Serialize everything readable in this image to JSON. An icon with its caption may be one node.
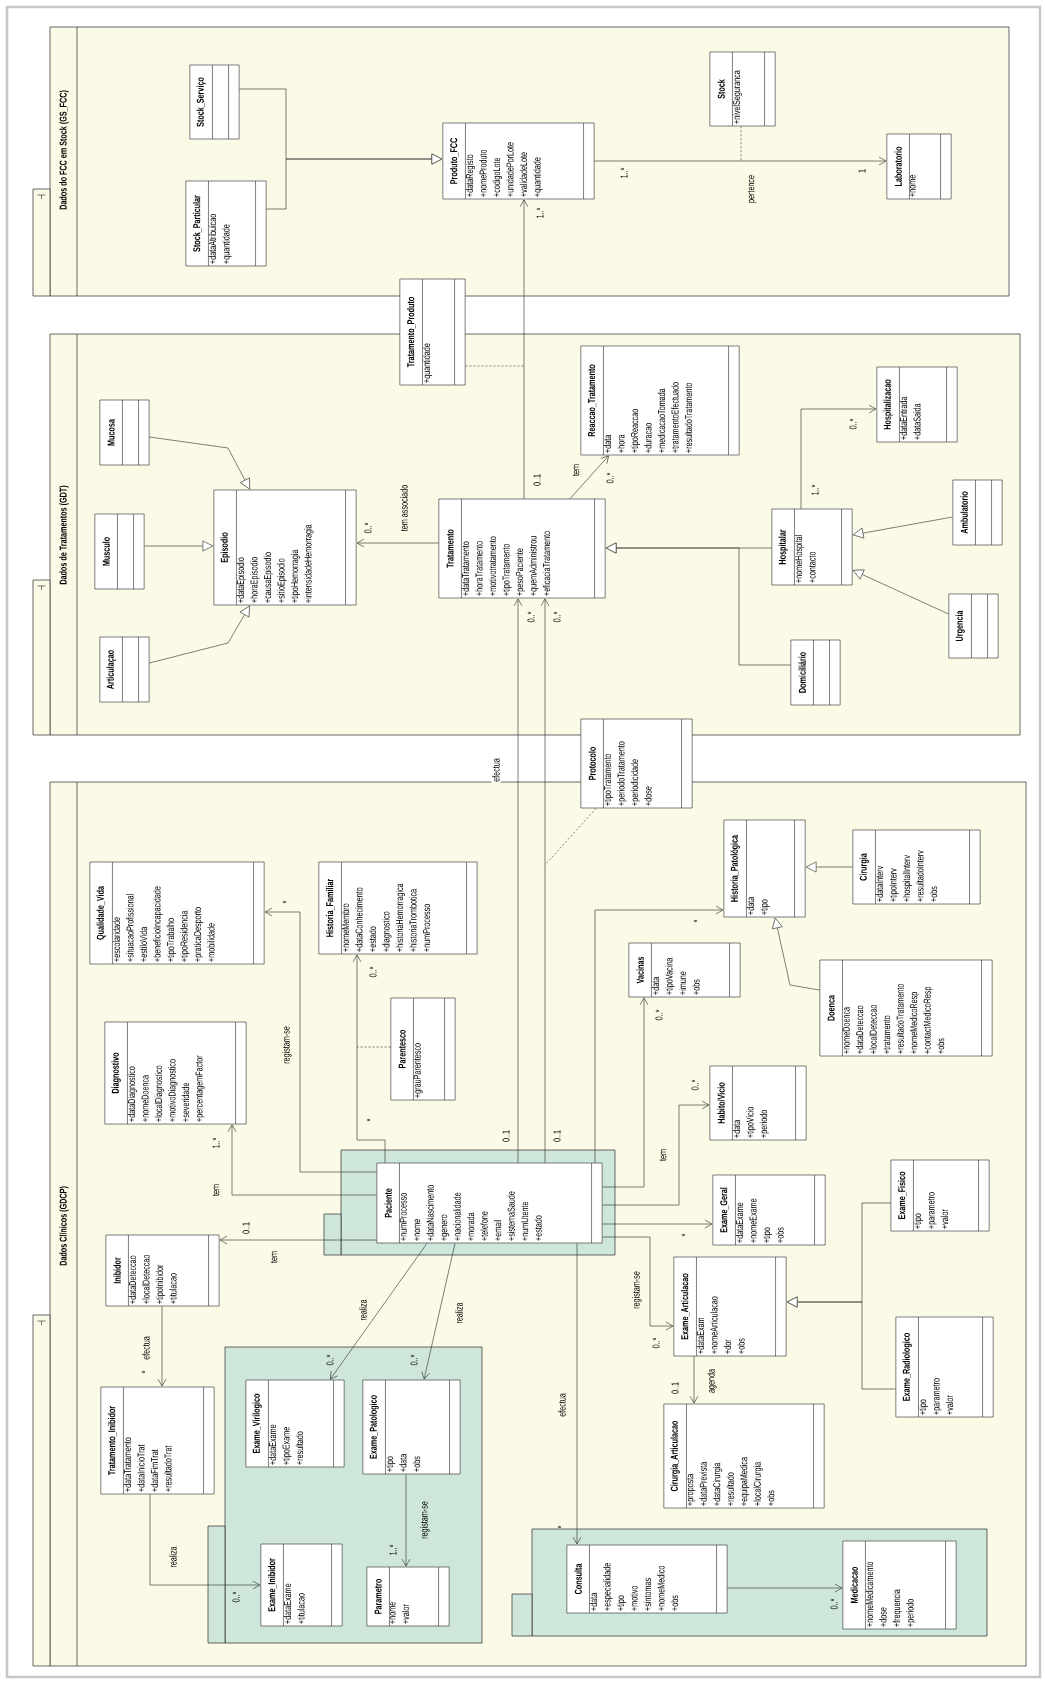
{
  "diagram": {
    "nodes": [
      {
        "text": [
          "Dados do FCC em Stock (GS_FCC)"
        ]
      },
      {
        "text": [
          "Stock_Serviço"
        ],
        "in": 0
      },
      {
        "text": [
          "Stock_Particular",
          "+dataAtribuicao +quantidade"
        ],
        "in": 0
      },
      {
        "text": [
          "Produto_FCC",
          "+dataRegisto +nomeProduto +codigoLote +unidadePorLote +validadeLote +quantidade"
        ],
        "in": 0
      },
      {
        "text": [
          "Stock",
          "+nivelSeguranca"
        ],
        "in": 0
      },
      {
        "text": [
          "Laboratorio",
          "+nome"
        ],
        "in": 0
      },
      {
        "text": [
          "Tratamento_Produto",
          "+quantidade"
        ]
      },
      {
        "text": [
          "Dados de Tratamentos (GDT)"
        ]
      },
      {
        "text": [
          "Mucosa"
        ],
        "in": 7
      },
      {
        "text": [
          "Musculo"
        ],
        "in": 7
      },
      {
        "text": [
          "Articulaçao"
        ],
        "in": 7
      },
      {
        "text": [
          "Episodio",
          "+dataEpisodio +horaEpisodio +causaEpisodio +sitioEpisodio +tipoHemorragia +intensidadeHemorragia"
        ],
        "in": 7
      },
      {
        "text": [
          "Tratamento",
          "+dataTratamento +horaTratamento +motivotratamento +tipoTratamento +pesoPaciente +quemAdministrou +eficaciaTratamento"
        ],
        "in": 7
      },
      {
        "text": [
          "Reaccao_Tratamento",
          "+data +hora +tipoReaccao +duracao +medicacaoTomada +tratamentoEfectuado +resultadoTratamento"
        ],
        "in": 7
      },
      {
        "text": [
          "Hospitalar",
          "+nomeHospital +contacto"
        ],
        "in": 7
      },
      {
        "text": [
          "Hospitalizacao",
          "+dataEntrada +dataSaida"
        ],
        "in": 7
      },
      {
        "text": [
          "Ambulatorio"
        ],
        "in": 7
      },
      {
        "text": [
          "Urgencia"
        ],
        "in": 7
      },
      {
        "text": [
          "Domiciliário"
        ],
        "in": 7
      },
      {
        "text": [
          "Protocolo",
          "+tipoTratamento +periodoTratamento +periodicidade +dose"
        ]
      },
      {
        "text": [
          "Dados Clínicos (GDCP)"
        ]
      },
      {
        "text": [
          "Diagnostivo",
          "+dataDiagnostico +nomeDoenca +localDiagnostico +motivoDiagnostico +severidade +percentagemFactor"
        ],
        "in": 20
      },
      {
        "text": [
          "Qualidade_Vida",
          "+escolaridade +situacaoProfissional +estiloVida +beneficioIncapacidade +tipoTrabalho +tipoResidencia +praticaDesporto +mobilidade"
        ],
        "in": 20
      },
      {
        "text": [
          "Historia_Familiar",
          "+nomeMembro +dataConhecimento +estado +diagnostico +historiaHemorragica +historiaTrombotica +numProcesso"
        ],
        "in": 20
      },
      {
        "text": [
          "Parentesco",
          "+grauParentesco"
        ],
        "in": 20
      },
      {
        "text": [],
        "shape": "box",
        "in": 20
      },
      {
        "text": [
          "Paciente",
          "+numProcesso +nome +dataNascimento +genero +nacionalidade +morada +telefone +email +sistemaSaude +numUtente +estado"
        ],
        "in": 25
      },
      {
        "text": [
          "Inibidor",
          "+dataDeteccao +localDeteccao +tipoInibidor +titulacao"
        ],
        "in": 20
      },
      {
        "text": [
          "Tratamento_Inibidor",
          "+dataTratamento +dataInicioTrat +dataFimTrat +resultadoTrat"
        ],
        "in": 20
      },
      {
        "text": [],
        "shape": "box",
        "in": 20
      },
      {
        "text": [
          "Exame_Virilogico",
          "+dataExame +tipoExame +resultado"
        ],
        "in": 29
      },
      {
        "text": [
          "Exame_Patologico",
          "+tipo +data +obs"
        ],
        "in": 29
      },
      {
        "text": [
          "Exame_Inibidor",
          "+dataExame +titulacao"
        ],
        "in": 29
      },
      {
        "text": [
          "Parametro",
          "+nome +valor"
        ],
        "in": 29
      },
      {
        "text": [
          "Vacinas",
          "+data +tipoVacina +imune +obs"
        ],
        "in": 20
      },
      {
        "text": [
          "Habito/Vicio",
          "+data +tipoVicio +periodo"
        ],
        "in": 20
      },
      {
        "text": [
          "Historia_Patológica",
          "+data +tipo"
        ],
        "in": 20
      },
      {
        "text": [
          "Cirurgia",
          "+dataInterv +tipoInterv +hospitalInterv +resultadoInterv +obs"
        ],
        "in": 20
      },
      {
        "text": [
          "Doenca",
          "+nomeDoenca +dataDeteccao +localDeteccao +tratamento +resultadoTratamento +nomeMedicoResp +contactMedicoResp +obs"
        ],
        "in": 20
      },
      {
        "text": [
          "Exame_Geral",
          "+dataExame +nomeExame +tipo +obs"
        ],
        "in": 20
      },
      {
        "text": [
          "Exame_Articulacao",
          "+dataExam +nomeArticulacao +dor +obs"
        ],
        "in": 20
      },
      {
        "text": [
          "Exame_Fisico",
          "+tipo +parametro +valor"
        ],
        "in": 20
      },
      {
        "text": [
          "Exame_Radiologico",
          "+tipo +parametro +valor"
        ],
        "in": 20
      },
      {
        "text": [
          "Cirurgia_Articulacao",
          "+proposta +dataPrevista +dataCirurgia +resultado +equipaMedica +localCirurgia +obs"
        ],
        "in": 20
      },
      {
        "text": [],
        "shape": "box",
        "in": 20
      },
      {
        "text": [
          "Consulta",
          "+data +especialidade +tipo +motivo +sintomas +nomeMedico +obs"
        ],
        "in": 44
      },
      {
        "text": [
          "Medicacao",
          "+nomeMedicamento +dose +frequencia +periodo"
        ],
        "in": 44
      }
    ],
    "edges": [
      {
        "from": 1,
        "to": 3,
        "arrow": "to"
      },
      {
        "from": 2,
        "to": 3,
        "arrow": "to"
      },
      {
        "from": 3,
        "to": 5,
        "arrow": "to",
        "label": "pertence"
      },
      {
        "from": 4,
        "to": null,
        "arrow": "none",
        "style": "dashed"
      },
      {
        "from": 12,
        "to": 3,
        "arrow": "to"
      },
      {
        "from": 6,
        "to": null,
        "arrow": "none",
        "style": "dashed"
      },
      {
        "from": 9,
        "to": 11,
        "arrow": "to"
      },
      {
        "from": 8,
        "to": 11,
        "arrow": "to"
      },
      {
        "from": 10,
        "to": 11,
        "arrow": "to"
      },
      {
        "from": 12,
        "to": 11,
        "arrow": "to",
        "label": "tem associado"
      },
      {
        "from": 12,
        "to": 13,
        "arrow": "to",
        "label": "tem"
      },
      {
        "from": 14,
        "to": 12,
        "arrow": "to"
      },
      {
        "from": 18,
        "to": 12,
        "arrow": "to"
      },
      {
        "from": 14,
        "to": 15,
        "arrow": "to"
      },
      {
        "from": 16,
        "to": 14,
        "arrow": "to"
      },
      {
        "from": 17,
        "to": 14,
        "arrow": "to"
      },
      {
        "from": 26,
        "to": 12,
        "arrow": "to",
        "label": "efectua"
      },
      {
        "from": 26,
        "to": 12,
        "arrow": "to"
      },
      {
        "from": 19,
        "to": null,
        "arrow": "none",
        "style": "dashed"
      },
      {
        "from": 26,
        "to": 21,
        "arrow": "to",
        "label": "tem"
      },
      {
        "from": 26,
        "to": 22,
        "arrow": "to",
        "label": "registam-se"
      },
      {
        "from": 26,
        "to": 23,
        "arrow": "to"
      },
      {
        "from": 24,
        "to": null,
        "arrow": "none",
        "style": "dashed"
      },
      {
        "from": 26,
        "to": 27,
        "arrow": "to",
        "label": "tem"
      },
      {
        "from": 27,
        "to": 28,
        "arrow": "to",
        "label": "efectua"
      },
      {
        "from": 28,
        "to": 32,
        "arrow": "to",
        "label": "realiza"
      },
      {
        "from": 26,
        "to": 30,
        "arrow": "to",
        "label": "realiza"
      },
      {
        "from": 26,
        "to": 31,
        "arrow": "to",
        "label": "realiza"
      },
      {
        "from": 31,
        "to": 33,
        "arrow": "to",
        "label": "registam-se"
      },
      {
        "from": 26,
        "to": 45,
        "arrow": "to",
        "label": "efectua"
      },
      {
        "from": 45,
        "to": 46,
        "arrow": "to"
      },
      {
        "from": 26,
        "to": 40,
        "arrow": "to",
        "label": "registam-se"
      },
      {
        "from": 26,
        "to": 39,
        "arrow": "to"
      },
      {
        "from": 26,
        "to": 35,
        "arrow": "to",
        "label": "tem"
      },
      {
        "from": 26,
        "to": 34,
        "arrow": "to"
      },
      {
        "from": 26,
        "to": 36,
        "arrow": "to"
      },
      {
        "from": 40,
        "to": 43,
        "arrow": "to",
        "label": "agenda"
      },
      {
        "from": 41,
        "to": 40,
        "arrow": "to"
      },
      {
        "from": 42,
        "to": 40,
        "arrow": "to"
      },
      {
        "from": 37,
        "to": 36,
        "arrow": "to"
      },
      {
        "from": 38,
        "to": 36,
        "arrow": "to"
      }
    ],
    "labels": [
      "1..*",
      "1",
      "1..*",
      "0..1",
      "0..*",
      "0..*",
      "1..*",
      "0..*",
      "0..*",
      "0..*",
      "0..1",
      "0..1",
      "1..*",
      "*",
      "0..*",
      "*",
      "0..1",
      "*",
      "0..*",
      "0..*",
      "0..*",
      "1..*",
      "*",
      "0..*",
      "0..*",
      "*",
      "0..*",
      "0..*",
      "*",
      "0..1"
    ]
  }
}
